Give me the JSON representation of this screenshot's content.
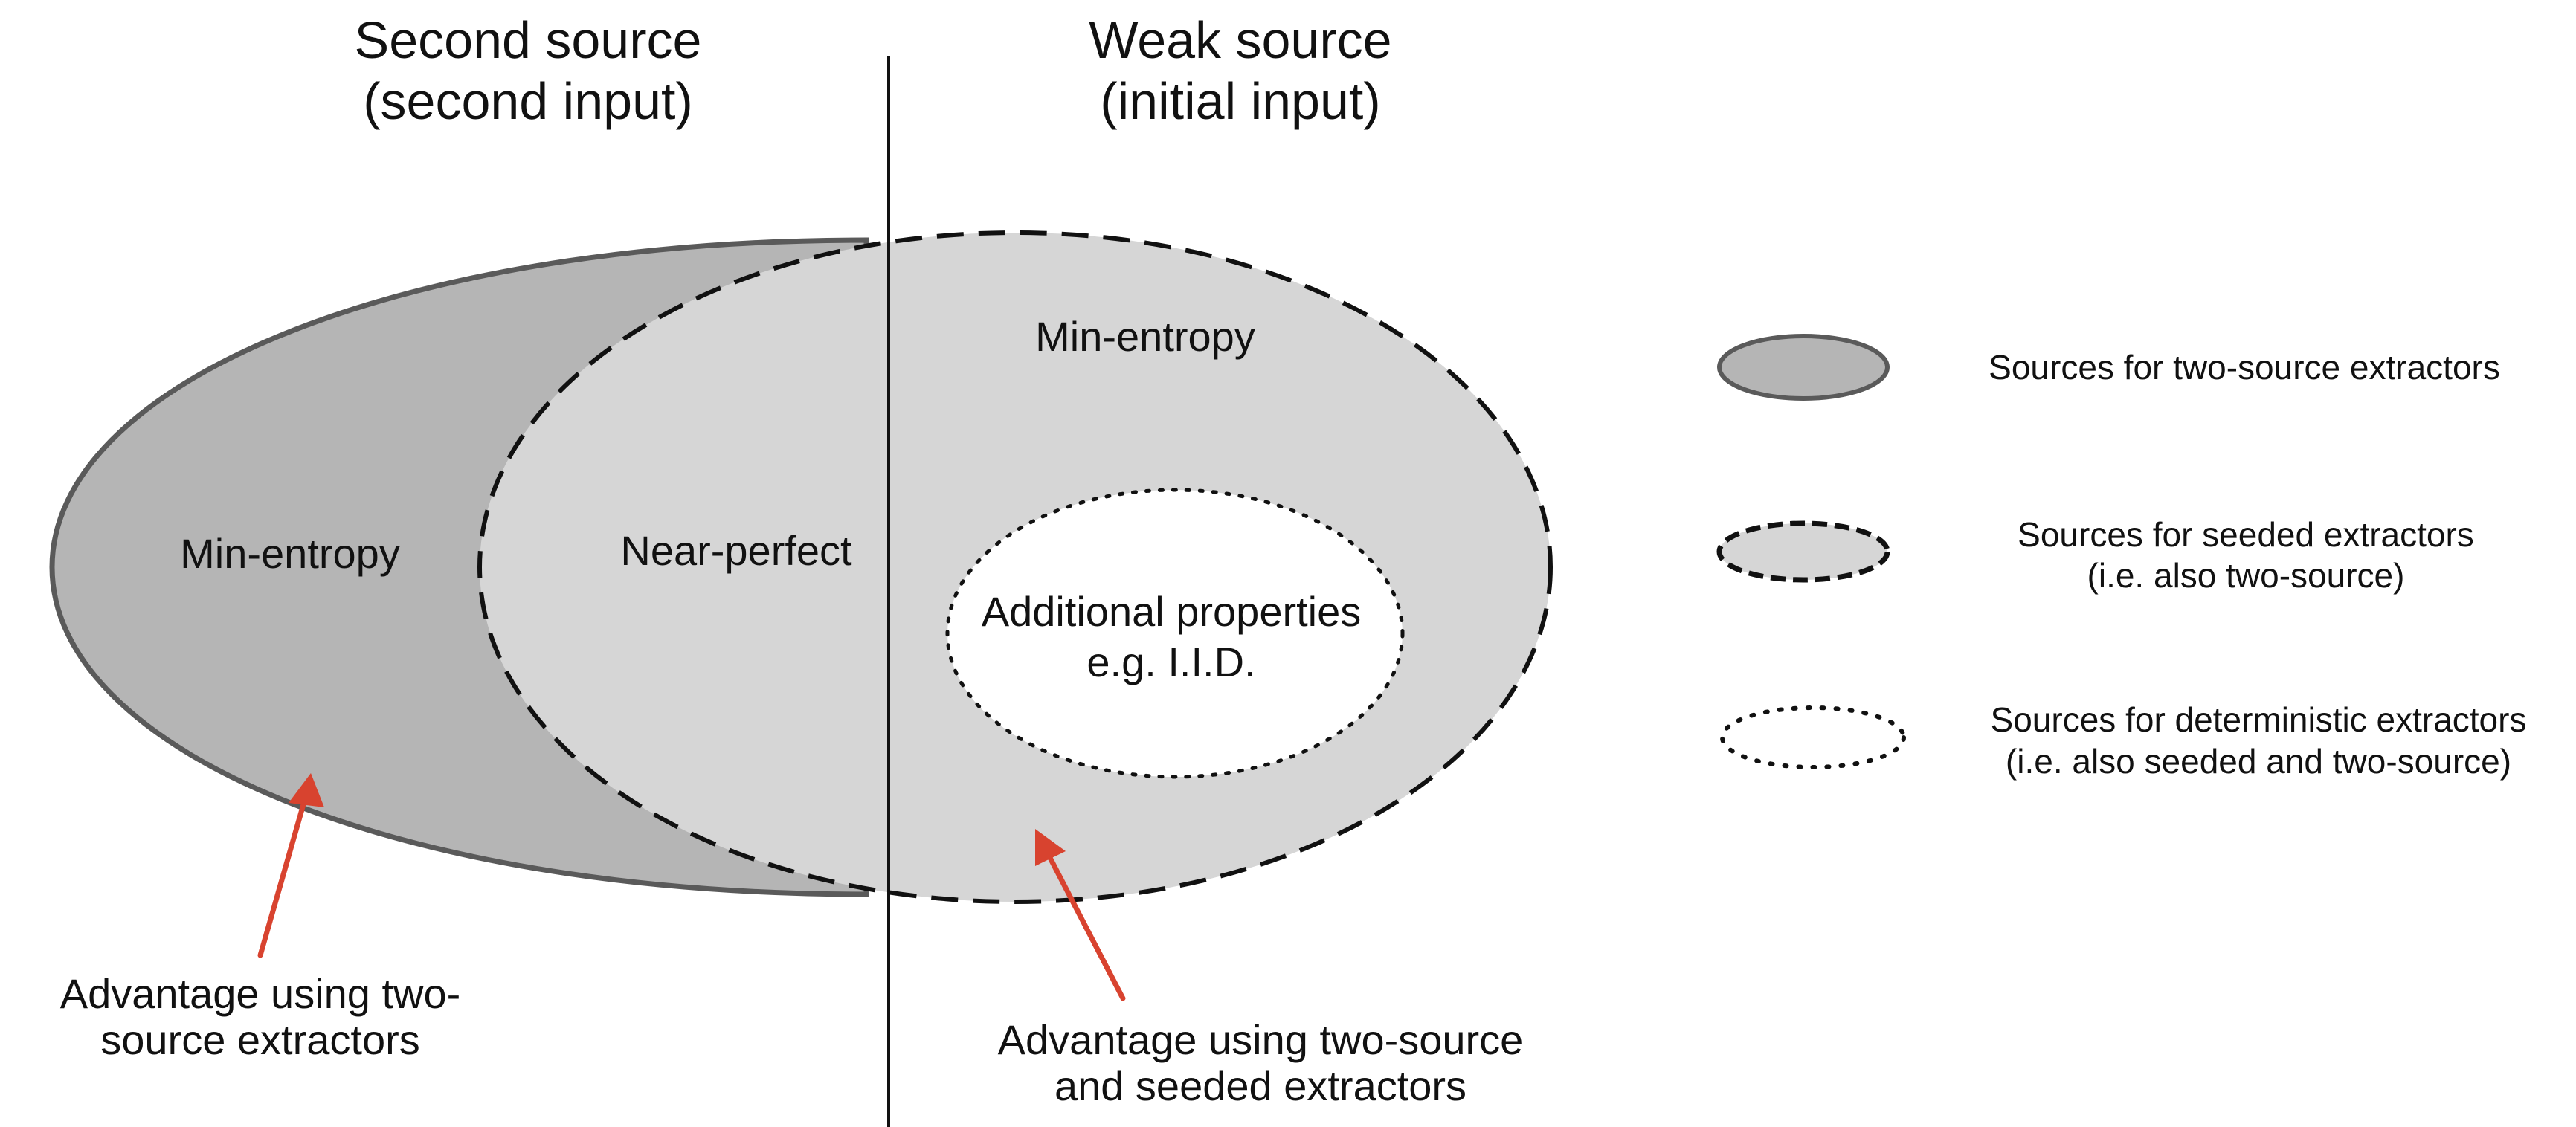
{
  "headers": {
    "left_line1": "Second source",
    "left_line2": "(second input)",
    "right_line1": "Weak source",
    "right_line2": "(initial input)"
  },
  "regions": {
    "outer": "Min-entropy",
    "near_perfect": "Near-perfect",
    "weak_outer": "Min-entropy",
    "inner_line1": "Additional properties",
    "inner_line2": "e.g. I.I.D."
  },
  "annotations": {
    "left_line1": "Advantage using two-",
    "left_line2": "source extractors",
    "right_line1": "Advantage using two-source",
    "right_line2": "and seeded extractors"
  },
  "legend": {
    "item1_line1": "Sources for two-source extractors",
    "item2_line1": "Sources for seeded extractors",
    "item2_line2": "(i.e. also two-source)",
    "item3_line1": "Sources for deterministic extractors",
    "item3_line2": "(i.e. also seeded and two-source)"
  },
  "colors": {
    "outer_fill": "#b5b5b5",
    "seeded_fill": "#d6d6d6",
    "inner_fill": "#ffffff",
    "arrow": "#d8432f"
  }
}
